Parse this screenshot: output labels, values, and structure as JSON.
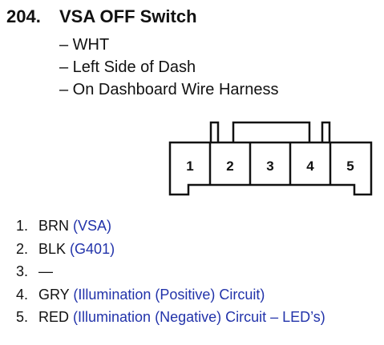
{
  "heading": {
    "number": "204.",
    "title": "VSA OFF Switch"
  },
  "details": [
    "– WHT",
    "– Left Side of Dash",
    "– On Dashboard Wire Harness"
  ],
  "connector": {
    "pins": [
      "1",
      "2",
      "3",
      "4",
      "5"
    ]
  },
  "pinout": [
    {
      "num": "1.",
      "color": "BRN",
      "desc": "(VSA)"
    },
    {
      "num": "2.",
      "color": "BLK",
      "desc": "(G401)"
    },
    {
      "num": "3.",
      "color": "—",
      "desc": ""
    },
    {
      "num": "4.",
      "color": "GRY",
      "desc": "(Illumination (Positive) Circuit)"
    },
    {
      "num": "5.",
      "color": "RED",
      "desc": "(Illumination (Negative) Circuit – LED’s)"
    }
  ]
}
